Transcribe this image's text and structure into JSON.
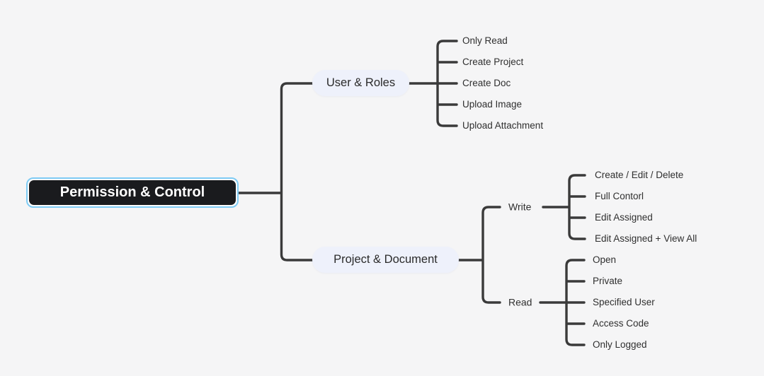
{
  "colors": {
    "canvas-bg": "#f5f5f6",
    "line": "#3a3a3a",
    "selection": "#7ecbf4",
    "root-bg": "#1a1b1e",
    "root-text": "#ffffff",
    "pill-bg": "#eef1fb",
    "pill-text": "#2b2b2b",
    "leaf-text": "#2f2f2f"
  },
  "root": {
    "label": "Permission & Control",
    "selected": true
  },
  "branches": [
    {
      "label": "User & Roles",
      "children": [
        {
          "label": "Only Read"
        },
        {
          "label": "Create Project"
        },
        {
          "label": "Create Doc"
        },
        {
          "label": "Upload Image"
        },
        {
          "label": "Upload Attachment"
        }
      ]
    },
    {
      "label": "Project & Document",
      "children": [
        {
          "label": "Write",
          "children": [
            {
              "label": "Create / Edit / Delete"
            },
            {
              "label": "Full Contorl"
            },
            {
              "label": "Edit Assigned"
            },
            {
              "label": "Edit Assigned + View All"
            }
          ]
        },
        {
          "label": "Read",
          "children": [
            {
              "label": "Open"
            },
            {
              "label": "Private"
            },
            {
              "label": "Specified User"
            },
            {
              "label": "Access Code"
            },
            {
              "label": "Only Logged"
            }
          ]
        }
      ]
    }
  ]
}
